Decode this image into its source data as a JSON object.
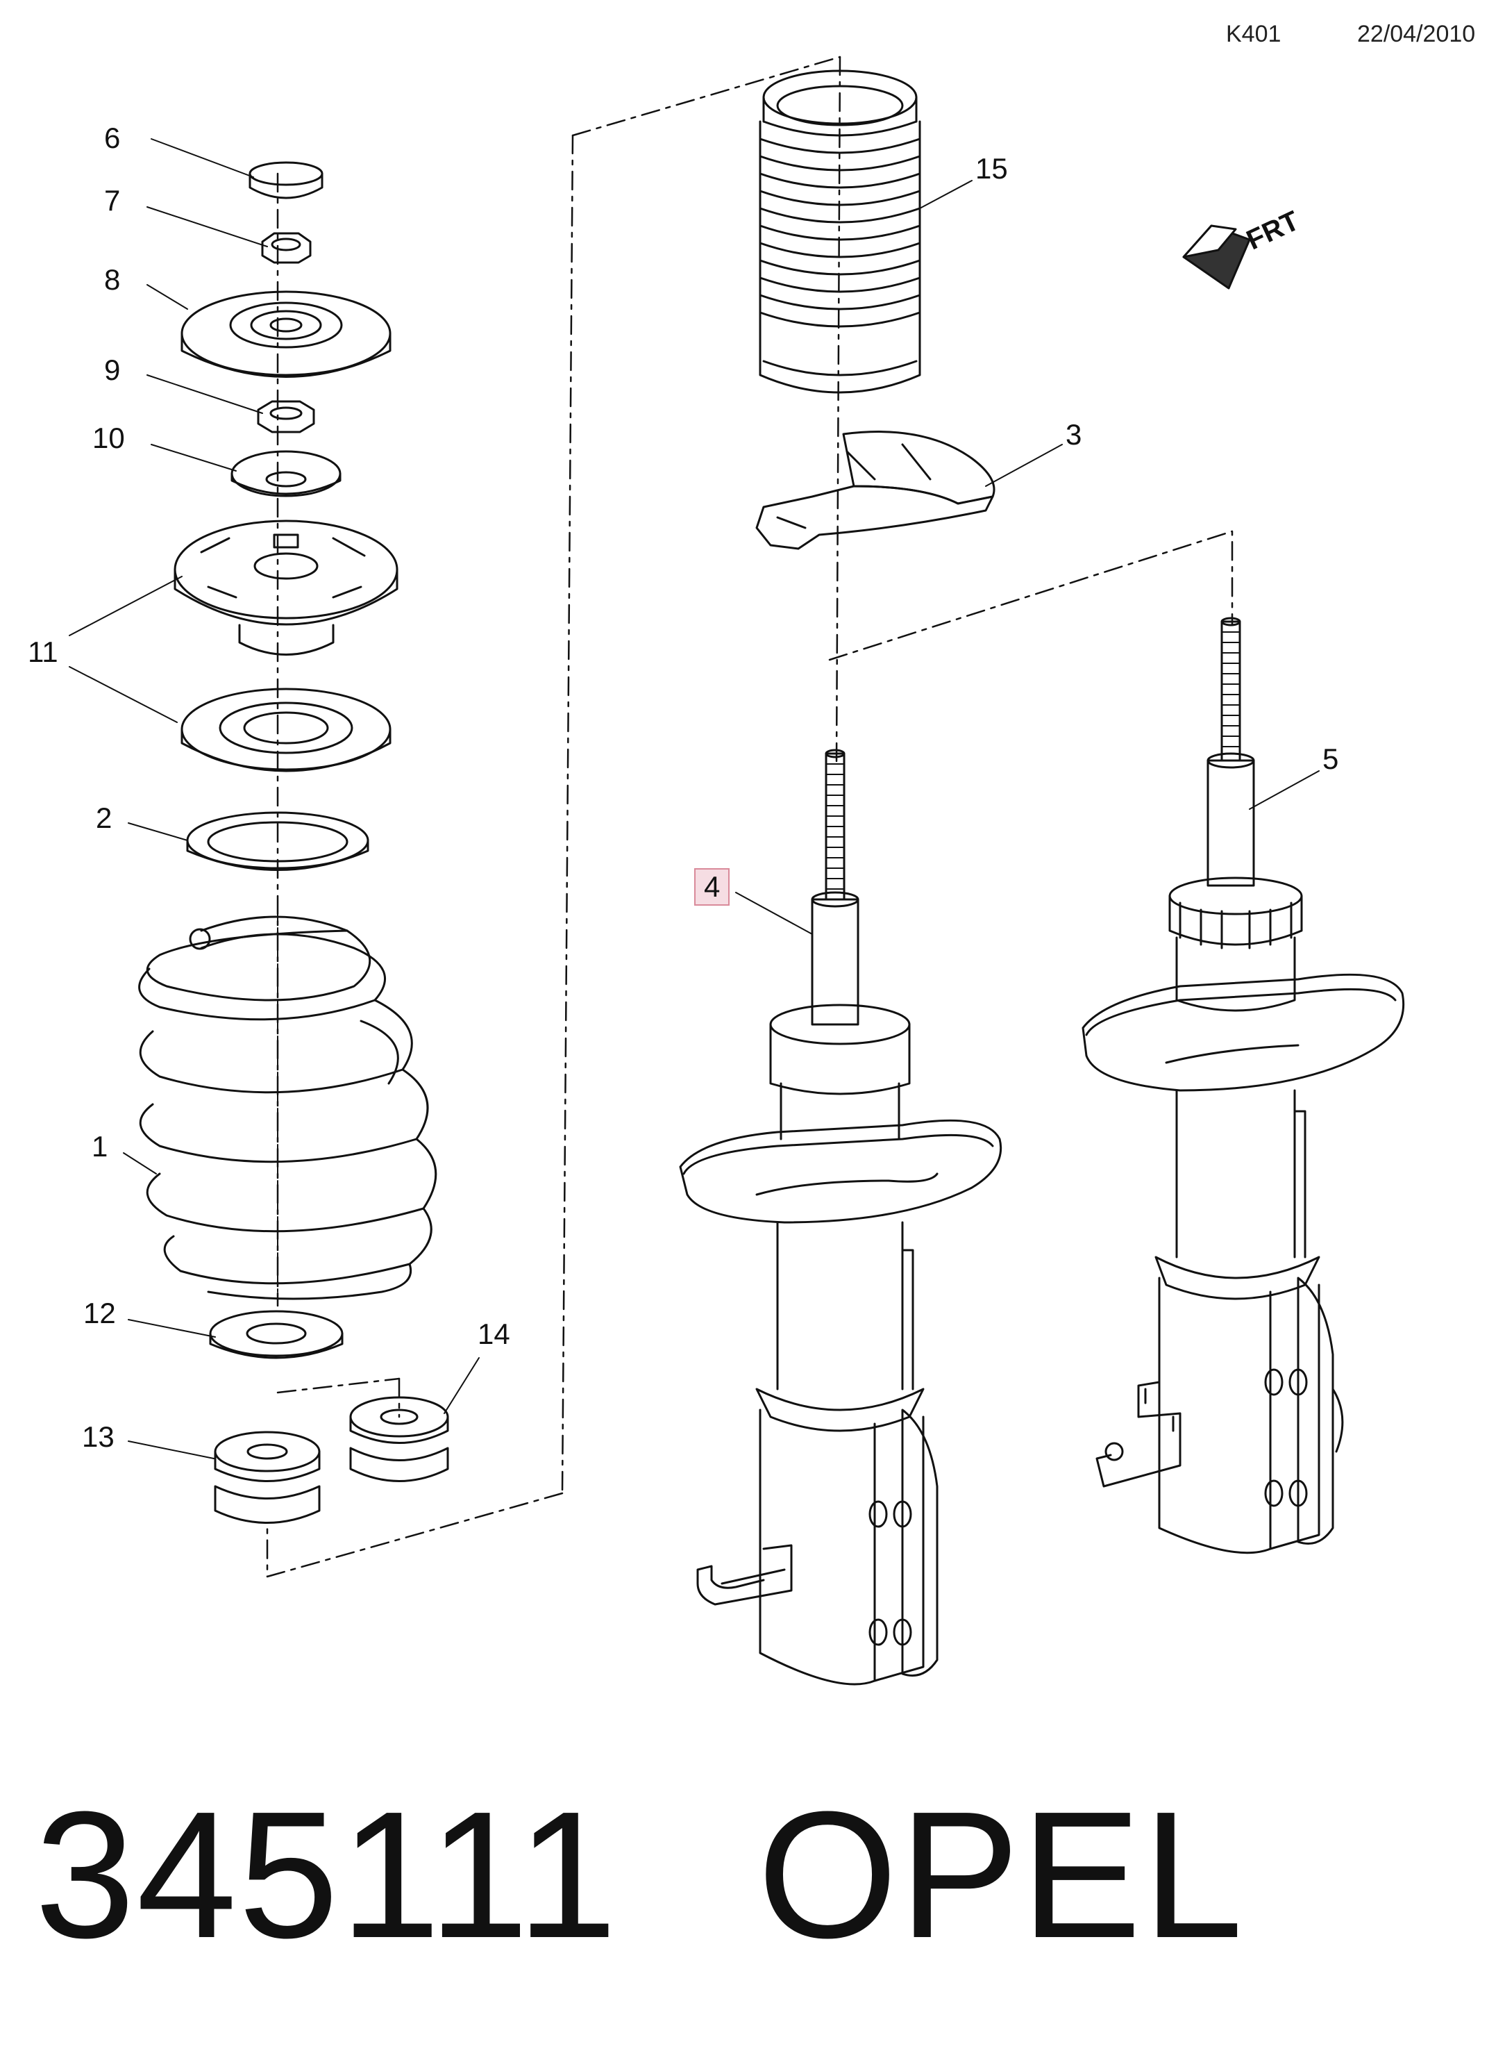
{
  "header": {
    "code": "K401",
    "date": "22/04/2010"
  },
  "direction_marker": {
    "label": "FRT",
    "icon": "front-direction-arrow-icon"
  },
  "callouts": [
    {
      "label": "6"
    },
    {
      "label": "7"
    },
    {
      "label": "8"
    },
    {
      "label": "9"
    },
    {
      "label": "10"
    },
    {
      "label": "11"
    },
    {
      "label": "2"
    },
    {
      "label": "1"
    },
    {
      "label": "12"
    },
    {
      "label": "13"
    },
    {
      "label": "14"
    },
    {
      "label": "15"
    },
    {
      "label": "3"
    },
    {
      "label": "4",
      "highlighted": true
    },
    {
      "label": "5"
    }
  ],
  "footer": {
    "part_number": "345111",
    "brand": "OPEL"
  },
  "colors": {
    "line": "#111111",
    "highlight_fill": "#f6dde3",
    "highlight_border": "#d98a9a"
  }
}
